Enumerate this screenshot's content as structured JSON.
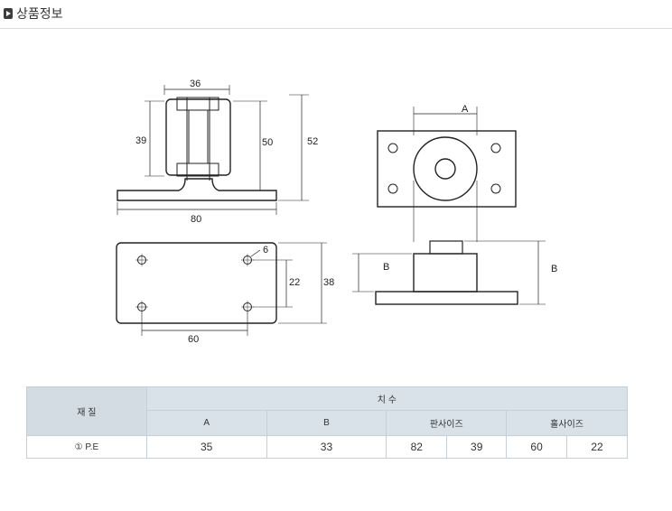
{
  "header": {
    "title": "상품정보"
  },
  "drawing": {
    "front_view": {
      "dim_width_top": "36",
      "dim_inner_height": "39",
      "dim_height": "50",
      "dim_total_height": "52",
      "dim_base_length": "80"
    },
    "top_view": {
      "dim_hole": "6",
      "dim_hole_spacing_v": "22",
      "dim_plate_height": "38",
      "dim_hole_spacing_h": "60"
    },
    "right_top_view": {
      "dim_a": "A"
    },
    "side_view": {
      "dim_b_left": "B",
      "dim_b_right": "B"
    }
  },
  "table": {
    "material_header": "재   질",
    "dimension_header": "치       수",
    "sub_headers": [
      "A",
      "B",
      "판사이즈",
      "홀사이즈"
    ],
    "row": {
      "material": "① P.E",
      "a": "35",
      "b": "33",
      "plate_w": "82",
      "plate_h": "39",
      "hole_w": "60",
      "hole_h": "22"
    }
  }
}
